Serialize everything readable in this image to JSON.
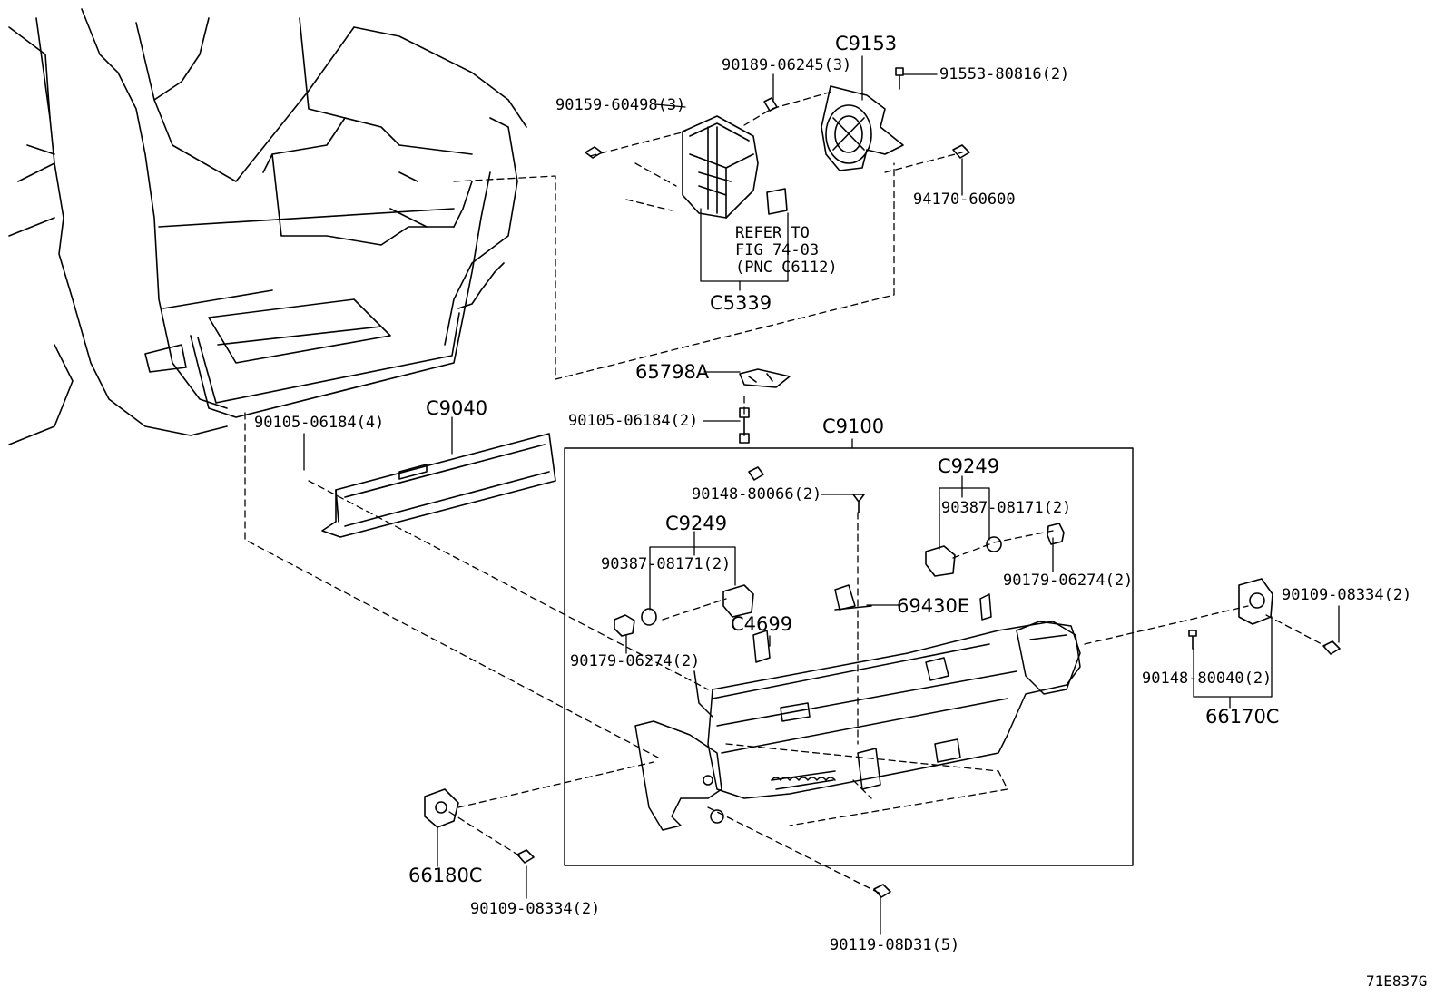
{
  "labels": {
    "c9153": "C9153",
    "p90189": "90189-06245(3)",
    "p91553": "91553-80816(2)",
    "p90159": "90159-60498(3)",
    "p94170": "94170-60600",
    "refer1": "REFER TO",
    "refer2": "FIG 74-03",
    "refer3": "(PNC C6112)",
    "c5339": "C5339",
    "p65798a": "65798A",
    "p90105_2": "90105-06184(2)",
    "c9100": "C9100",
    "p90105_4": "90105-06184(4)",
    "c9040": "C9040",
    "c9249_right": "C9249",
    "p90148_80066": "90148-80066(2)",
    "p90387_right": "90387-08171(2)",
    "c9249_left": "C9249",
    "p90179_right": "90179-06274(2)",
    "p90387_left": "90387-08171(2)",
    "p69430e": "69430E",
    "c4699": "C4699",
    "p90179_left": "90179-06274(2)",
    "p90109_right": "90109-08334(2)",
    "p90148_80040": "90148-80040(2)",
    "p66170c": "66170C",
    "p66180c": "66180C",
    "p90109_left": "90109-08334(2)",
    "p90119": "90119-08D31(5)",
    "fig_id": "71E837G"
  },
  "colors": {
    "line": "#000000",
    "background": "#ffffff"
  }
}
